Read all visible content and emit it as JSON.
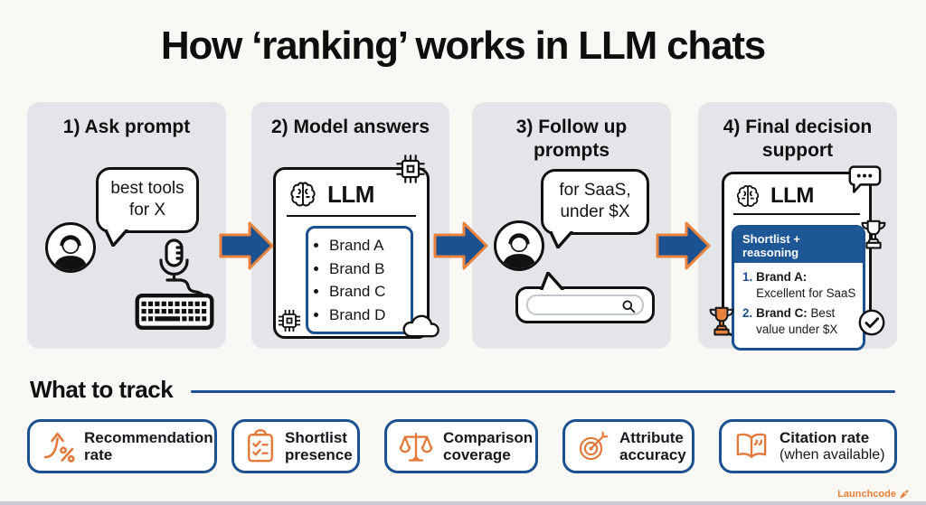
{
  "title": "How ‘ranking’ works in LLM chats",
  "colors": {
    "navy_blue": "#1b5190",
    "orange": "#e2793a",
    "panel_gray": "#e3e5e9",
    "page_background": "#faf8f4"
  },
  "panels": [
    {
      "heading": "1) Ask prompt",
      "bubble": "best tools for X",
      "icons": [
        "speech-bubble",
        "person-avatar",
        "microphone",
        "keyboard"
      ]
    },
    {
      "heading": "2) Model answers",
      "llm_label": "LLM",
      "brands": [
        "Brand A",
        "Brand B",
        "Brand C",
        "Brand D"
      ],
      "icons": [
        "brain",
        "chip",
        "chip",
        "cloud"
      ]
    },
    {
      "heading": "3) Follow up prompts",
      "bubble": "for SaaS, under $X",
      "icons": [
        "speech-bubble",
        "person-avatar",
        "search-bar",
        "magnifier"
      ]
    },
    {
      "heading": "4) Final decision support",
      "llm_label": "LLM",
      "shortlist_title": "Shortlist + reasoning",
      "items": [
        {
          "num": "1.",
          "brand": "Brand A:",
          "desc": "Excellent for SaaS"
        },
        {
          "num": "2.",
          "brand": "Brand C:",
          "desc": "Best value under $X"
        }
      ],
      "icons": [
        "brain",
        "chat-dots",
        "trophy",
        "trophy-orange",
        "check-circle"
      ]
    }
  ],
  "flow": {
    "arrow_icon": "arrow-right",
    "count": 3
  },
  "track": {
    "heading": "What to track",
    "badges": [
      {
        "line1": "Recommendation",
        "line2": "rate",
        "icon": "trend-up-rate"
      },
      {
        "line1": "Shortlist",
        "line2": "presence",
        "icon": "checklist"
      },
      {
        "line1": "Comparison",
        "line2": "coverage",
        "icon": "scales"
      },
      {
        "line1": "Attribute",
        "line2": "accuracy",
        "icon": "target"
      },
      {
        "line1": "Citation rate",
        "line2": "(when available)",
        "icon": "book-quote"
      }
    ]
  },
  "footer": {
    "brand": "Launchcode",
    "icon": "rocket"
  }
}
